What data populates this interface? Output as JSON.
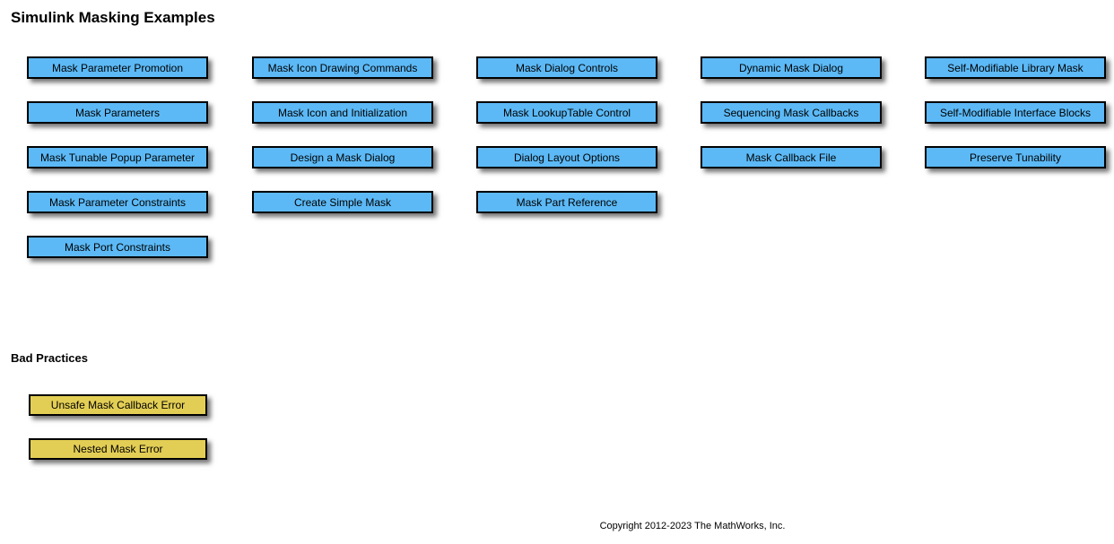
{
  "page": {
    "title": "Simulink Masking Examples",
    "copyright": "Copyright 2012-2023 The MathWorks, Inc."
  },
  "colors": {
    "example_button": "#5CB9F6",
    "bad_practice_button": "#E3CE55",
    "button_border": "#000000",
    "background": "#FFFFFF",
    "text": "#000000"
  },
  "grid": {
    "columns": [
      {
        "buttons": [
          "Mask Parameter Promotion",
          "Mask Parameters",
          "Mask Tunable Popup Parameter",
          "Mask Parameter Constraints",
          "Mask Port Constraints"
        ]
      },
      {
        "buttons": [
          "Mask Icon Drawing Commands",
          "Mask Icon and Initialization",
          "Design a Mask Dialog",
          "Create Simple Mask"
        ]
      },
      {
        "buttons": [
          "Mask Dialog Controls",
          "Mask LookupTable Control",
          "Dialog Layout Options",
          "Mask Part Reference"
        ]
      },
      {
        "buttons": [
          "Dynamic Mask Dialog",
          "Sequencing Mask Callbacks",
          "Mask Callback File"
        ]
      },
      {
        "buttons": [
          "Self-Modifiable Library Mask",
          "Self-Modifiable Interface Blocks",
          "Preserve Tunability"
        ]
      }
    ]
  },
  "bad_practices": {
    "heading": "Bad Practices",
    "buttons": [
      "Unsafe Mask Callback Error",
      "Nested Mask Error"
    ]
  }
}
